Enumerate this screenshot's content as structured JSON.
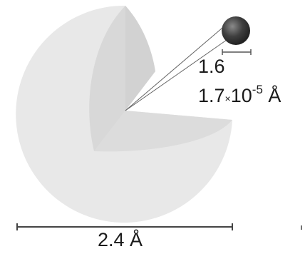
{
  "labels": {
    "nucleus_size": "1.6",
    "nucleus_size_alt_mantissa": "1.7",
    "nucleus_size_alt_times": "×",
    "nucleus_size_alt_base": "10",
    "nucleus_size_alt_exp": "-5",
    "nucleus_size_alt_unit": "Å",
    "atom_size": "2.4 Å"
  },
  "colors": {
    "sphere_outer": "#e6e6e6",
    "sphere_cut_left": "#d9d9d9",
    "sphere_cut_bottom": "#dcdcdc",
    "nucleus": "#3a3a3a",
    "line": "#555555"
  }
}
